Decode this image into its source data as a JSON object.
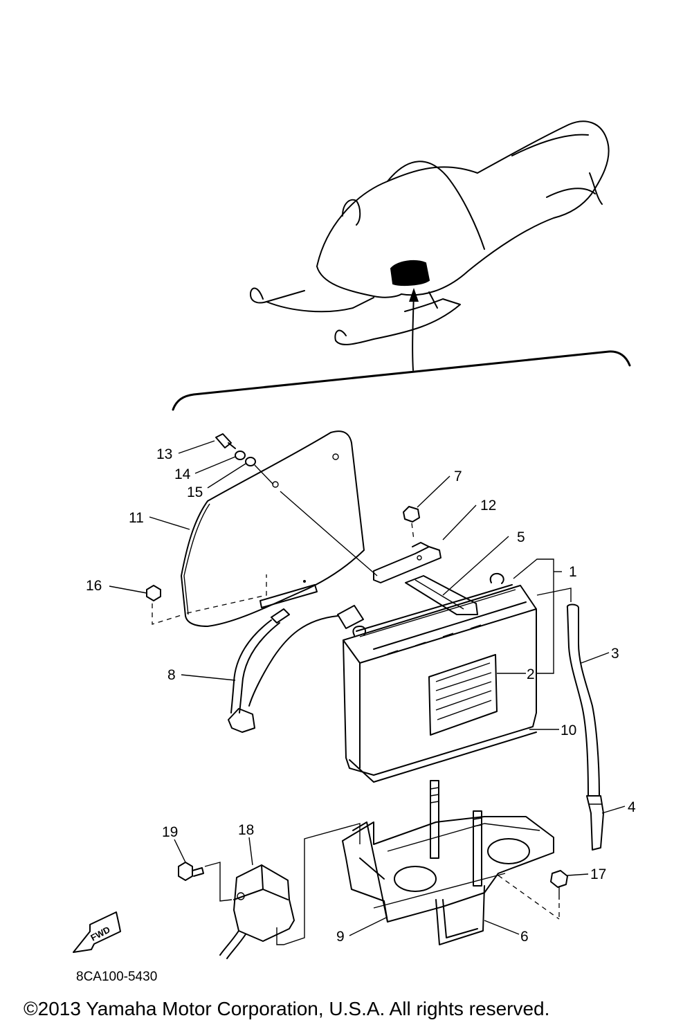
{
  "diagram": {
    "part_labels": [
      "1",
      "2",
      "3",
      "4",
      "5",
      "6",
      "7",
      "8",
      "9",
      "10",
      "11",
      "12",
      "13",
      "14",
      "15",
      "16",
      "17",
      "18",
      "19"
    ],
    "direction_label": "FWD",
    "drawing_code": "8CA100-5430",
    "copyright": "©2013 Yamaha Motor Corporation, U.S.A. All rights reserved."
  }
}
